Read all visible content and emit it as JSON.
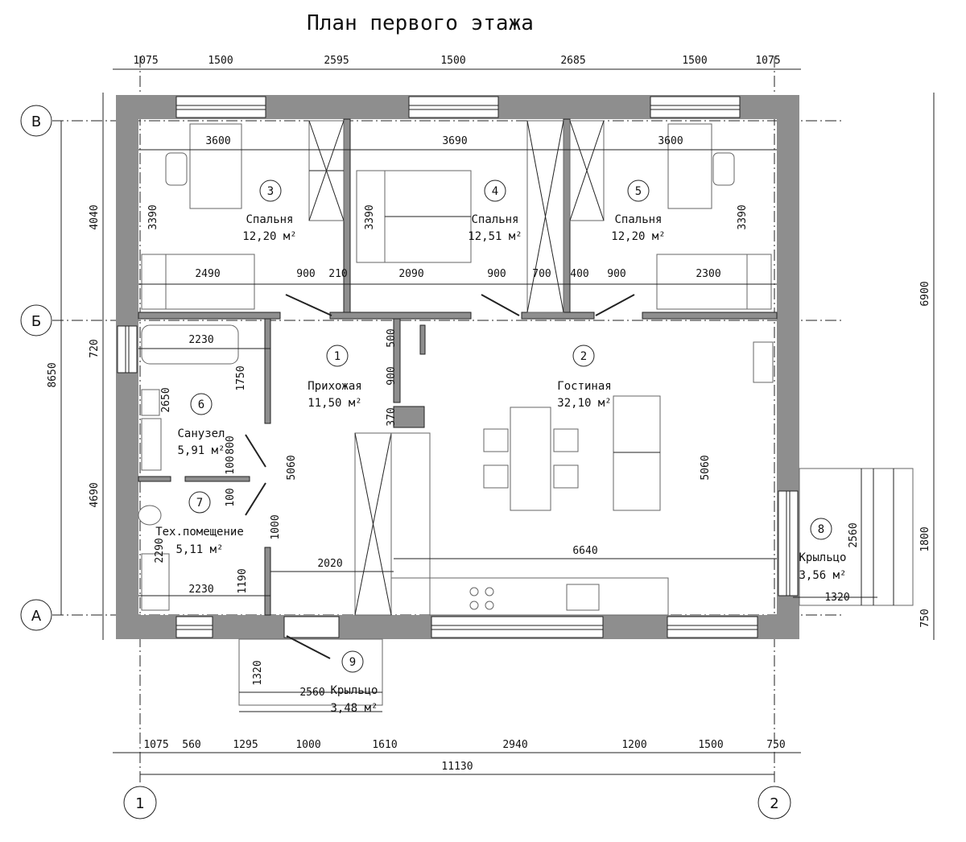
{
  "title": "План первого этажа",
  "axes": {
    "a": "А",
    "b": "Б",
    "v": "В",
    "n1": "1",
    "n2": "2"
  },
  "dims_top": [
    "1075",
    "1500",
    "2595",
    "1500",
    "2685",
    "1500",
    "1075"
  ],
  "dims_bottom": [
    "1075",
    "560",
    "1295",
    "1000",
    "1610",
    "2940",
    "1200",
    "1500",
    "750"
  ],
  "dims_total": "11130",
  "dims_left": [
    "4040",
    "720",
    "4690"
  ],
  "dims_left_total": "8650",
  "dims_right": [
    "6900",
    "1800",
    "750"
  ],
  "dims_inner": {
    "bed3_w": "3600",
    "bed4_w": "3690",
    "bed5_w": "3600",
    "h3390": "3390",
    "d2490": "2490",
    "d900": "900",
    "d210": "210",
    "d2090": "2090",
    "d700": "700",
    "d400": "400",
    "d2300": "2300",
    "d2230": "2230",
    "d1750": "1750",
    "d2650": "2650",
    "d800": "800",
    "d100": "100",
    "d500": "500",
    "d370": "370",
    "d5060": "5060",
    "d1000": "1000",
    "d2290": "2290",
    "d1190": "1190",
    "d2020": "2020",
    "d6640": "6640",
    "d2560": "2560",
    "d1320": "1320"
  },
  "rooms": [
    {
      "num": "1",
      "name": "Прихожая",
      "area": "11,50 м²"
    },
    {
      "num": "2",
      "name": "Гостиная",
      "area": "32,10 м²"
    },
    {
      "num": "3",
      "name": "Спальня",
      "area": "12,20 м²"
    },
    {
      "num": "4",
      "name": "Спальня",
      "area": "12,51 м²"
    },
    {
      "num": "5",
      "name": "Спальня",
      "area": "12,20 м²"
    },
    {
      "num": "6",
      "name": "Санузел",
      "area": "5,91 м²"
    },
    {
      "num": "7",
      "name": "Тех.помещение",
      "area": "5,11 м²"
    },
    {
      "num": "8",
      "name": "Крыльцо",
      "area": "3,56 м²"
    },
    {
      "num": "9",
      "name": "Крыльцо",
      "area": "3,48 м²"
    }
  ],
  "colors": {
    "wall": "#8e8e8e",
    "line": "#222222"
  }
}
